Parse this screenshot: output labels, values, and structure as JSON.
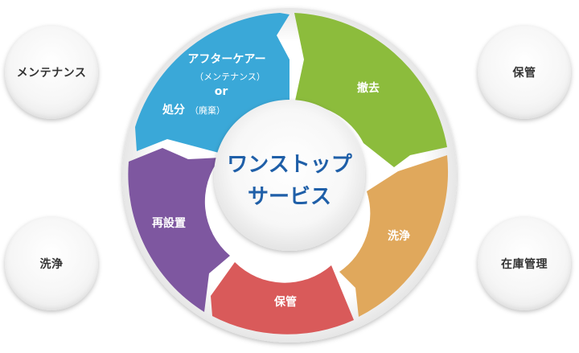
{
  "center": {
    "line1": "ワンストップ",
    "line2": "サービス"
  },
  "segments": {
    "aftercare": {
      "line1": "アフターケアー",
      "line2": "（メンテナンス）",
      "line3": "or",
      "line4_main": "処分",
      "line4_sub": "（廃棄）",
      "color": "#3aa8d8"
    },
    "removal": {
      "label": "撤去",
      "color": "#8cbc3c"
    },
    "washing": {
      "label": "洗浄",
      "color": "#e0a85c"
    },
    "storage": {
      "label": "保管",
      "color": "#d95a5a"
    },
    "reinstall": {
      "label": "再設置",
      "color": "#7e57a0"
    }
  },
  "side": {
    "top_left": "メンテナンス",
    "bottom_left": "洗浄",
    "top_right": "保管",
    "bottom_right": "在庫管理"
  }
}
